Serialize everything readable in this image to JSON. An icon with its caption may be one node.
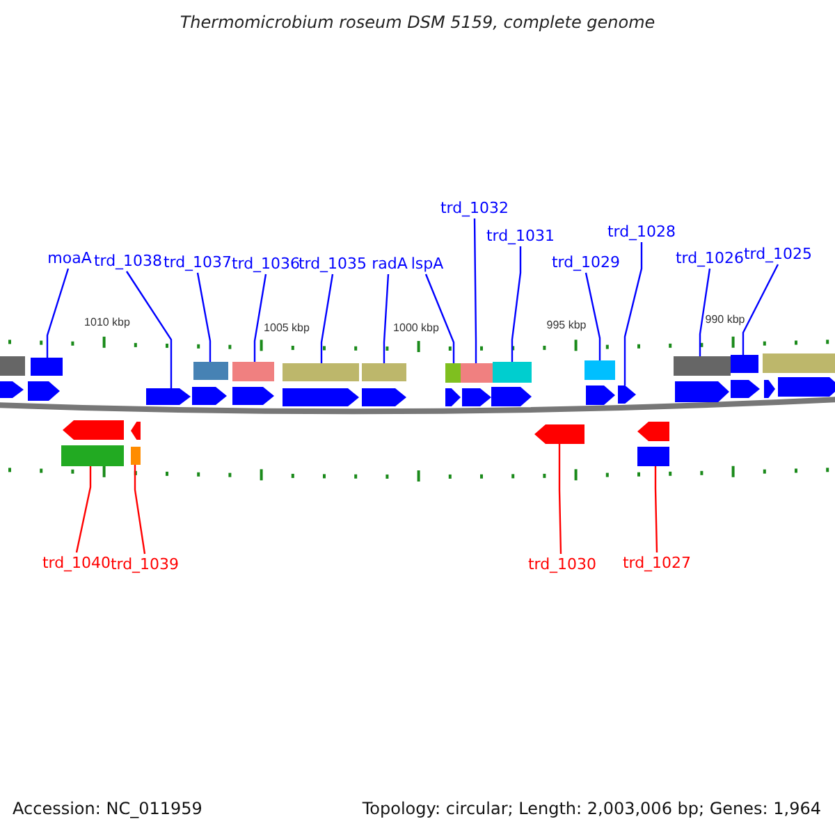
{
  "diagram": {
    "title": "Thermomicrobium roseum DSM 5159, complete genome",
    "nodes": [
      {
        "text": [
          "moaA"
        ]
      },
      {
        "text": [
          "trd_1038"
        ]
      },
      {
        "text": [
          "trd_1037"
        ]
      },
      {
        "text": [
          "trd_1036"
        ]
      },
      {
        "text": [
          "trd_1035"
        ]
      },
      {
        "text": [
          "radA"
        ]
      },
      {
        "text": [
          "lspA"
        ]
      },
      {
        "text": [
          "trd_1032"
        ]
      },
      {
        "text": [
          "trd_1031"
        ]
      },
      {
        "text": [
          "trd_1029"
        ]
      },
      {
        "text": [
          "trd_1028"
        ]
      },
      {
        "text": [
          "trd_1026"
        ]
      },
      {
        "text": [
          "trd_1025"
        ]
      },
      {
        "text": [
          "trd_1040"
        ]
      },
      {
        "text": [
          "trd_1039"
        ]
      },
      {
        "text": [
          "trd_1030"
        ]
      },
      {
        "text": [
          "trd_1027"
        ]
      },
      {
        "text": [],
        "shape": "bar"
      },
      {
        "text": [],
        "shape": "pentagon"
      },
      {
        "text": [],
        "shape": "pentagon"
      },
      {
        "text": [],
        "shape": "bar"
      },
      {
        "text": [],
        "shape": "bar"
      },
      {
        "text": [],
        "shape": "pentagon"
      },
      {
        "text": [],
        "shape": "pentagon"
      },
      {
        "text": [],
        "shape": "bar"
      },
      {
        "text": [],
        "shape": "pentagon"
      },
      {
        "text": [],
        "shape": "pentagon"
      },
      {
        "text": [],
        "shape": "bar"
      },
      {
        "text": [],
        "shape": "bar"
      },
      {
        "text": [],
        "shape": "pentagon"
      },
      {
        "text": [],
        "shape": "bar"
      },
      {
        "text": [],
        "shape": "pentagon"
      },
      {
        "text": [],
        "shape": "bar"
      },
      {
        "text": [],
        "shape": "pentagon"
      },
      {
        "text": [],
        "shape": "bar"
      },
      {
        "text": [],
        "shape": "pentagon"
      },
      {
        "text": [],
        "shape": "bar"
      },
      {
        "text": [],
        "shape": "pentagon"
      },
      {
        "text": [],
        "shape": "pentagon"
      },
      {
        "text": [],
        "shape": "bar"
      },
      {
        "text": [],
        "shape": "pentagon"
      },
      {
        "text": [],
        "shape": "bar"
      },
      {
        "text": [],
        "shape": "pentagon"
      },
      {
        "text": [],
        "shape": "pentagon"
      },
      {
        "text": [],
        "shape": "pentagon"
      },
      {
        "text": [],
        "shape": "bar"
      },
      {
        "text": [],
        "shape": "bar"
      },
      {
        "text": [],
        "shape": "pentagon"
      },
      {
        "text": [],
        "shape": "bar"
      },
      {
        "text": [],
        "shape": "pentagon"
      },
      {
        "text": [],
        "shape": "bar"
      },
      {
        "text": [],
        "shape": "pentagon"
      },
      {
        "text": [],
        "shape": "pentagon"
      }
    ],
    "edges": [
      {
        "from": 0,
        "to": 20,
        "arrow": "none"
      },
      {
        "from": 1,
        "to": 25,
        "arrow": "none"
      },
      {
        "from": 2,
        "to": 27,
        "arrow": "none"
      },
      {
        "from": 3,
        "to": 28,
        "arrow": "none"
      },
      {
        "from": 4,
        "to": 30,
        "arrow": "none"
      },
      {
        "from": 5,
        "to": 32,
        "arrow": "none"
      },
      {
        "from": 6,
        "to": 34,
        "arrow": "none"
      },
      {
        "from": 7,
        "to": 36,
        "arrow": "none"
      },
      {
        "from": 8,
        "to": 39,
        "arrow": "none"
      },
      {
        "from": 9,
        "to": 41,
        "arrow": "none"
      },
      {
        "from": 10,
        "to": 43,
        "arrow": "none"
      },
      {
        "from": 11,
        "to": 46,
        "arrow": "none"
      },
      {
        "from": 12,
        "to": 48,
        "arrow": "none"
      },
      {
        "from": 13,
        "to": 21,
        "arrow": "none",
        "color": "#ff0000"
      },
      {
        "from": 14,
        "to": 24,
        "arrow": "none",
        "color": "#ff0000"
      },
      {
        "from": 15,
        "to": 40,
        "arrow": "none",
        "color": "#ff0000"
      },
      {
        "from": 16,
        "to": 45,
        "arrow": "none",
        "color": "#ff0000"
      }
    ],
    "labels": [
      "1010 kbp",
      "1005 kbp",
      "1000 kbp",
      "995 kbp",
      "990 kbp",
      "Accession: NC_011959",
      "Topology: circular; Length: 2,003,006 bp; Genes: 1,964"
    ]
  }
}
